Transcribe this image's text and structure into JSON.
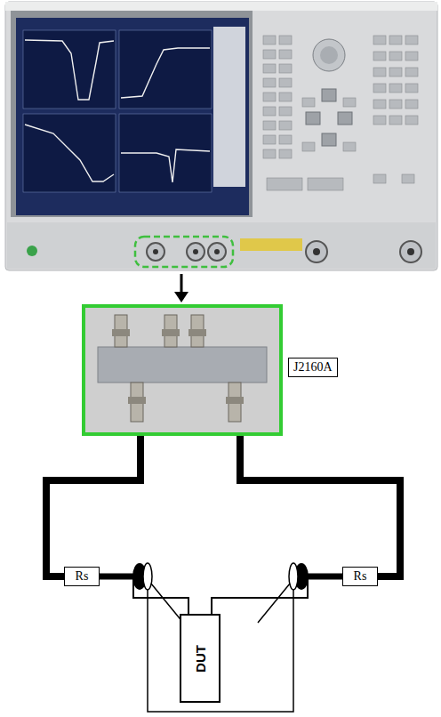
{
  "diagram": {
    "nodes": [
      {
        "text": [
          "J2160A"
        ]
      },
      {
        "text": [
          "Rs"
        ]
      },
      {
        "text": [
          "Rs"
        ]
      },
      {
        "text": [
          "DUT"
        ]
      }
    ],
    "edges": [
      {
        "from": 0,
        "to": 1,
        "arrow": "none"
      },
      {
        "from": 0,
        "to": 2,
        "arrow": "none"
      },
      {
        "from": 1,
        "to": 3,
        "arrow": "none"
      },
      {
        "from": 2,
        "to": 3,
        "arrow": "none"
      }
    ]
  }
}
